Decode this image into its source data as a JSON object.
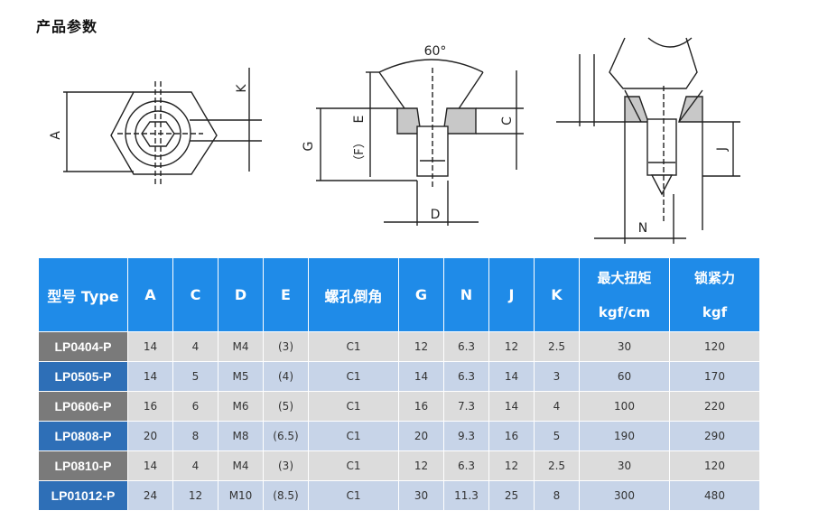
{
  "page_title": "产品参数",
  "drawing_labels": {
    "a": "A",
    "k": "K",
    "angle": "60°",
    "e": "E",
    "g": "G",
    "f": "（F）",
    "c": "C",
    "d": "D",
    "j": "J",
    "n": "N"
  },
  "table": {
    "headers": [
      "型号 Type",
      "A",
      "C",
      "D",
      "E",
      "螺孔倒角",
      "G",
      "N",
      "J",
      "K"
    ],
    "torque_header": [
      "最大扭矩",
      "kgf/cm"
    ],
    "lock_header": [
      "锁紧力",
      "kgf"
    ],
    "rows": [
      {
        "model": "LP0404-P",
        "cells": [
          "14",
          "4",
          "M4",
          "(3)",
          "C1",
          "12",
          "6.3",
          "12",
          "2.5",
          "30",
          "120"
        ]
      },
      {
        "model": "LP0505-P",
        "cells": [
          "14",
          "5",
          "M5",
          "(4)",
          "C1",
          "14",
          "6.3",
          "14",
          "3",
          "60",
          "170"
        ]
      },
      {
        "model": "LP0606-P",
        "cells": [
          "16",
          "6",
          "M6",
          "(5)",
          "C1",
          "16",
          "7.3",
          "14",
          "4",
          "100",
          "220"
        ]
      },
      {
        "model": "LP0808-P",
        "cells": [
          "20",
          "8",
          "M8",
          "(6.5)",
          "C1",
          "20",
          "9.3",
          "16",
          "5",
          "190",
          "290"
        ]
      },
      {
        "model": "LP0810-P",
        "cells": [
          "14",
          "4",
          "M4",
          "(3)",
          "C1",
          "12",
          "6.3",
          "12",
          "2.5",
          "30",
          "120"
        ]
      },
      {
        "model": "LP01012-P",
        "cells": [
          "24",
          "12",
          "M10",
          "(8.5)",
          "C1",
          "30",
          "11.3",
          "25",
          "8",
          "300",
          "480"
        ]
      }
    ]
  }
}
